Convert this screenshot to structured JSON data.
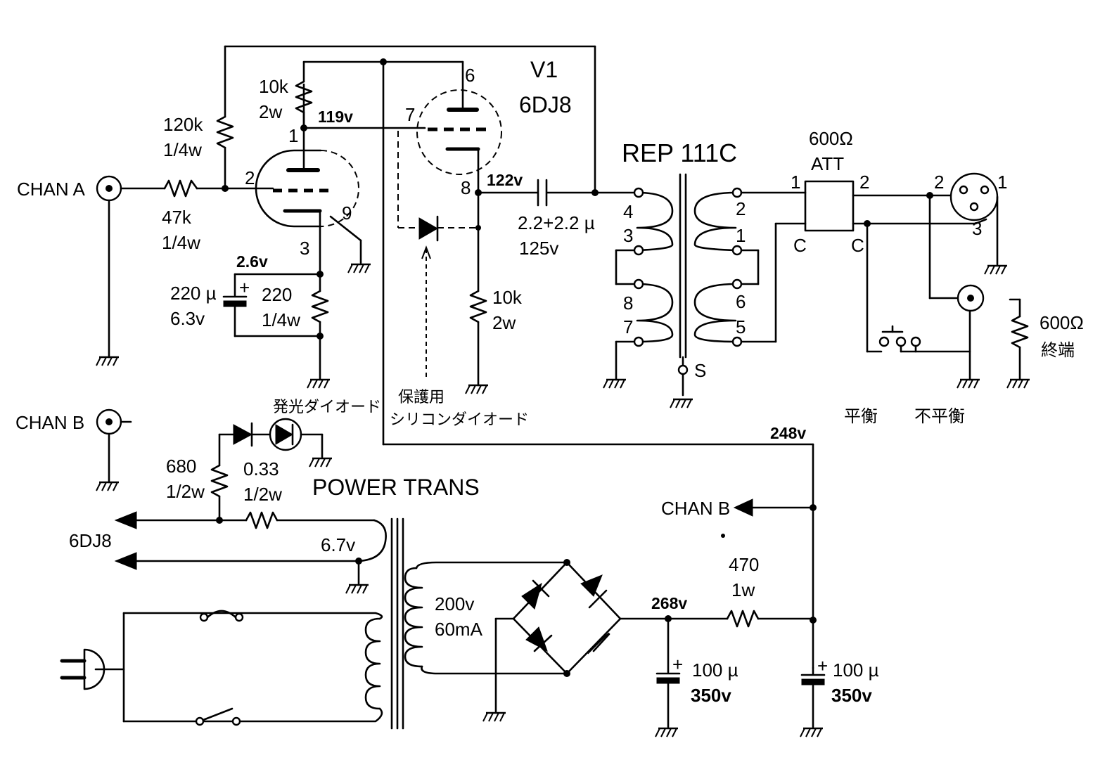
{
  "tube": {
    "ref": "V1",
    "type": "6DJ8",
    "pins": [
      "1",
      "2",
      "3",
      "6",
      "7",
      "8",
      "9"
    ]
  },
  "voltages": {
    "plate1": "119v",
    "cathode": "2.6v",
    "plate2": "122v",
    "supply_b": "248v",
    "supply_a": "268v",
    "heater": "6.7v"
  },
  "inputs": {
    "chan_a": "CHAN A",
    "chan_b": "CHAN B",
    "chan_b_out": "CHAN B"
  },
  "components": {
    "r_grid_in": [
      "47k",
      "1/4w"
    ],
    "r_fb": [
      "120k",
      "1/4w"
    ],
    "r_plate1": [
      "10k",
      "2w"
    ],
    "c_cathode": [
      "220 µ",
      "6.3v"
    ],
    "r_cathode": [
      "220",
      "1/4w"
    ],
    "r_cathode2": [
      "10k",
      "2w"
    ],
    "c_coupling": [
      "2.2+2.2 µ",
      "125v"
    ],
    "r_led": [
      "680",
      "1/2w"
    ],
    "r_heater": [
      "0.33",
      "1/2w"
    ],
    "power_secondary": [
      "200v",
      "60mA"
    ],
    "r_filter": [
      "470",
      "1w"
    ],
    "c_filter1": [
      "100 µ",
      "350v"
    ],
    "c_filter2": [
      "100 µ",
      "350v"
    ],
    "r_term": [
      "600Ω",
      "終端"
    ]
  },
  "transformer": {
    "name": "REP  111C",
    "primary_pins": [
      "4",
      "3",
      "8",
      "7"
    ],
    "secondary_pins": [
      "2",
      "1",
      "6",
      "5"
    ],
    "shield": "S"
  },
  "attenuator": {
    "ohms": "600Ω",
    "label": "ATT",
    "pin_in": "1",
    "pin_out": "2",
    "common_l": "C",
    "common_r": "C"
  },
  "xlr_pins": [
    "2",
    "1",
    "3"
  ],
  "output_modes": {
    "balanced": "平衡",
    "unbalanced": "不平衡"
  },
  "notes": {
    "protect_diode_1": "保護用",
    "protect_diode_2": "シリコンダイオード",
    "led": "発光ダイオード"
  },
  "power": {
    "title": "POWER TRANS",
    "heater_target": "6DJ8"
  }
}
